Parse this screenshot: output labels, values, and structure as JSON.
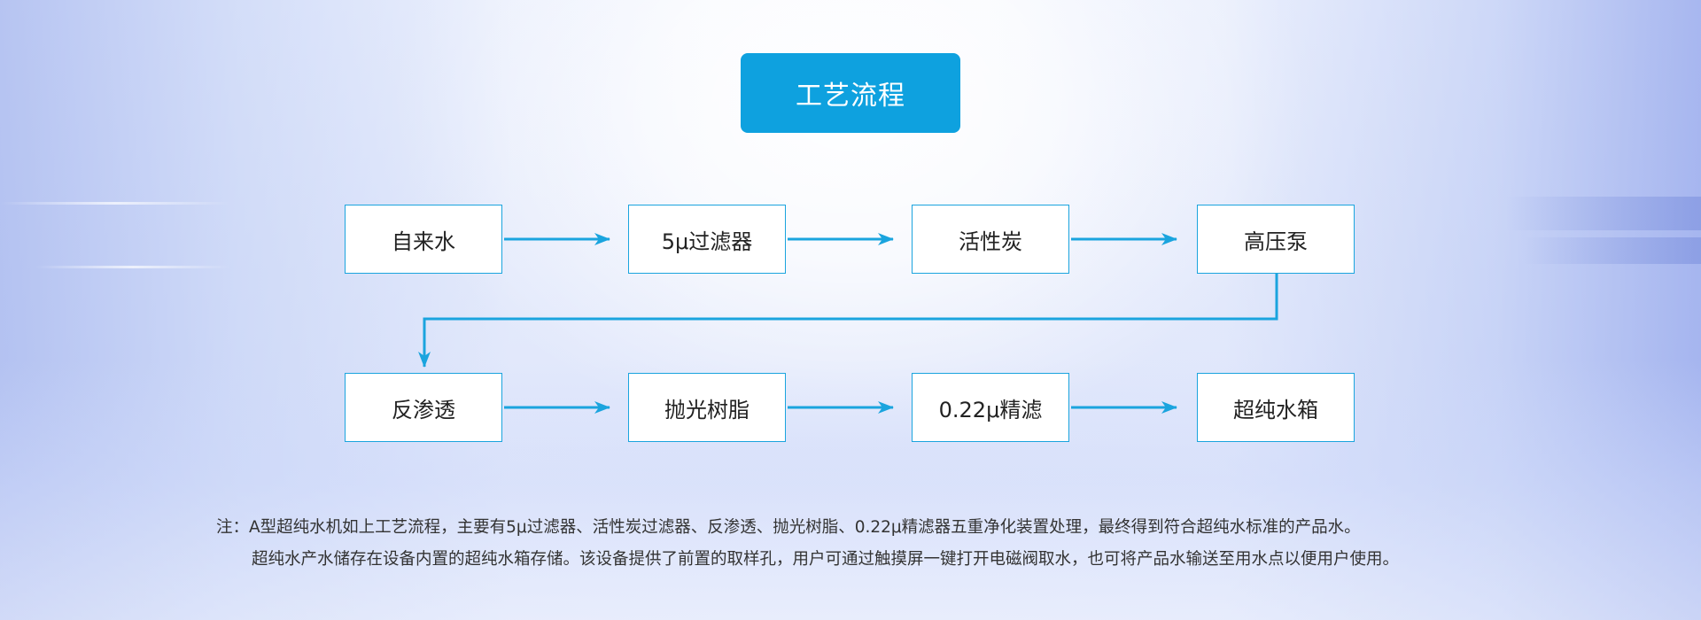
{
  "title": "工艺流程",
  "steps_row1": [
    "自来水",
    "5μ过滤器",
    "活性炭",
    "高压泵"
  ],
  "steps_row2": [
    "反渗透",
    "抛光树脂",
    "0.22μ精滤",
    "超纯水箱"
  ],
  "accent_color": "#0ea1df",
  "arrow_color": "#1aa4de",
  "note": {
    "line1": "注：A型超纯水机如上工艺流程，主要有5μ过滤器、活性炭过滤器、反渗透、抛光树脂、0.22μ精滤器五重净化装置处理，最终得到符合超纯水标准的产品水。",
    "line2": "超纯水产水储存在设备内置的超纯水箱存储。该设备提供了前置的取样孔，用户可通过触摸屏一键打开电磁阀取水，也可将产品水输送至用水点以便用户使用。"
  }
}
